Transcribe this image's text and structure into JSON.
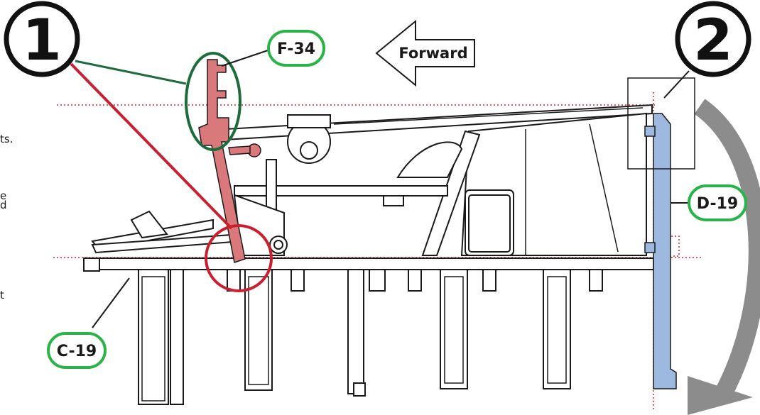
{
  "edge_text": {
    "line1": "ts.",
    "line2": "e",
    "line3": "d",
    "line4": "t"
  },
  "step_markers": {
    "step1": "1",
    "step2": "2"
  },
  "direction_label": "Forward",
  "part_labels": {
    "f34": "F-34",
    "d19": "D-19",
    "c19": "C-19"
  },
  "colors": {
    "highlight_red": "#d9797c",
    "highlight_blue": "#9db9e0",
    "label_circle_green": "#2bb34a",
    "callout_green": "#1e6b3c",
    "callout_red": "#c8202e",
    "guide_red": "#d6232f",
    "rotate_arrow_gray": "#8c8c8c",
    "line_dark": "#1a1a1a"
  },
  "icons": {
    "forward_arrow": "left-arrow-icon",
    "rotation_arrow": "curved-rotate-arrow-icon"
  }
}
